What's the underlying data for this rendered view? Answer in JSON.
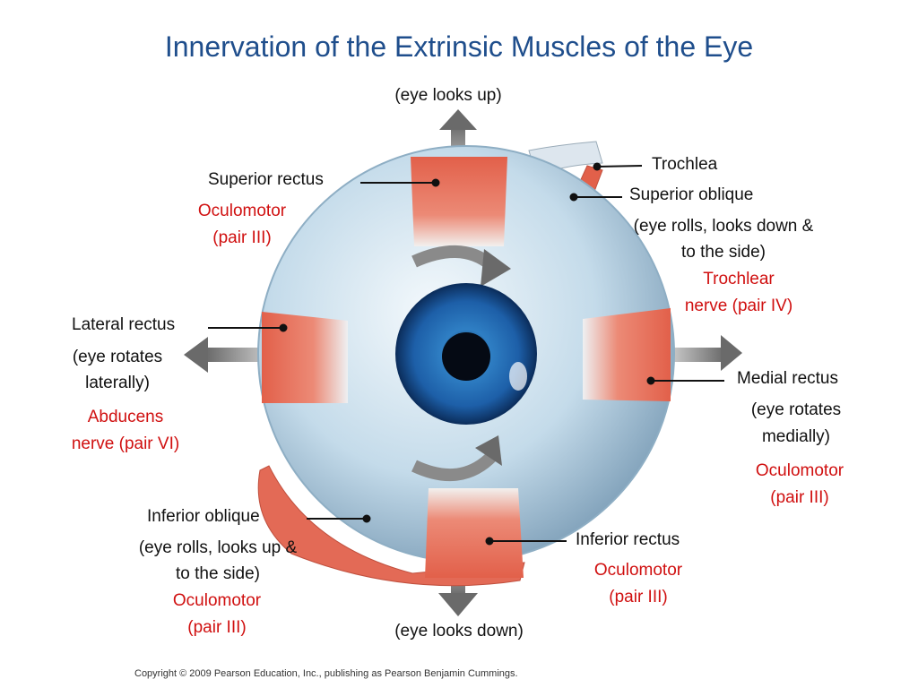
{
  "title": "Innervation of the Extrinsic Muscles of the Eye",
  "labels": {
    "up": "(eye looks up)",
    "down": "(eye looks down)",
    "trochlea": "Trochlea",
    "superior_rectus": {
      "name": "Superior rectus",
      "nerve_1": "Oculomotor",
      "nerve_2": "(pair III)"
    },
    "superior_oblique": {
      "name": "Superior oblique",
      "action_1": "(eye rolls, looks down &",
      "action_2": "to the side)",
      "nerve_1": "Trochlear",
      "nerve_2": "nerve (pair IV)"
    },
    "lateral_rectus": {
      "name": "Lateral rectus",
      "action_1": "(eye rotates",
      "action_2": "laterally)",
      "nerve_1": "Abducens",
      "nerve_2": "nerve (pair VI)"
    },
    "medial_rectus": {
      "name": "Medial rectus",
      "action_1": "(eye rotates",
      "action_2": "medially)",
      "nerve_1": "Oculomotor",
      "nerve_2": "(pair III)"
    },
    "inferior_oblique": {
      "name": "Inferior oblique",
      "action_1": "(eye rolls, looks up &",
      "action_2": "to the side)",
      "nerve_1": "Oculomotor",
      "nerve_2": "(pair III)"
    },
    "inferior_rectus": {
      "name": "Inferior rectus",
      "nerve_1": "Oculomotor",
      "nerve_2": "(pair III)"
    }
  },
  "copyright": "Copyright © 2009 Pearson Education, Inc., publishing as Pearson Benjamin Cummings.",
  "colors": {
    "title": "#1f4e8c",
    "nerve_text": "#d01010",
    "muscle": "#e2604a",
    "eyeball": "#c4dbea",
    "iris": "#1d5fa8"
  }
}
